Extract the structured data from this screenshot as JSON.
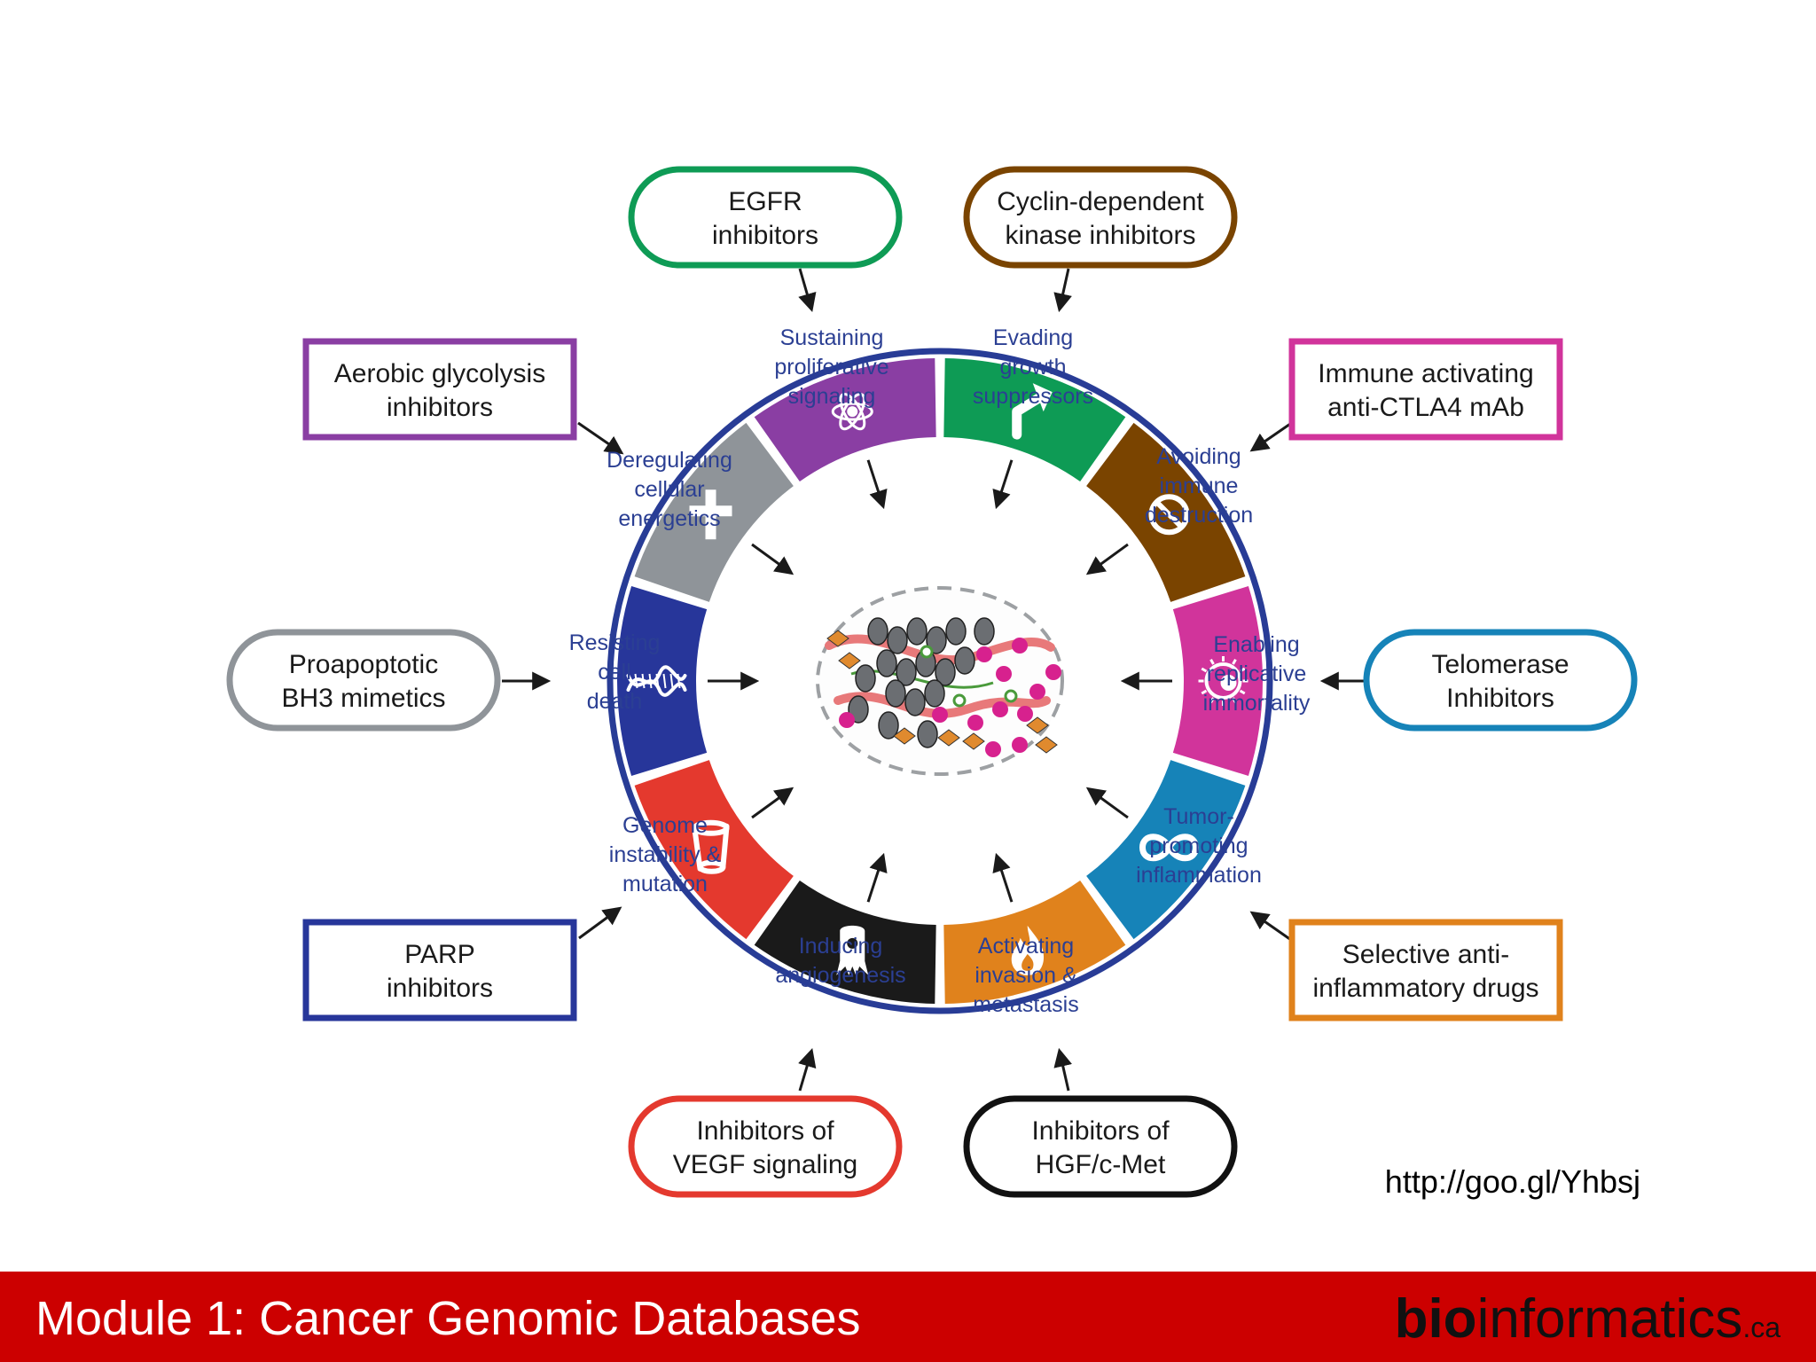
{
  "hallmarks": [
    {
      "id": "sustaining",
      "lines": [
        "Sustaining",
        "proliferative",
        "signaling"
      ],
      "color": "#0e9b55",
      "icon": "arrow-turn-icon"
    },
    {
      "id": "evading",
      "lines": [
        "Evading",
        "growth",
        "suppressors"
      ],
      "color": "#7a4400",
      "icon": "prohibition-icon"
    },
    {
      "id": "avoiding",
      "lines": [
        "Avoiding",
        "immune",
        "destruction"
      ],
      "color": "#d1349b",
      "icon": "immune-cell-icon"
    },
    {
      "id": "enabling",
      "lines": [
        "Enabling",
        "replicative",
        "immortality"
      ],
      "color": "#1683b8",
      "icon": "infinity-icon"
    },
    {
      "id": "tumor",
      "lines": [
        "Tumor-",
        "promoting",
        "inflammation"
      ],
      "color": "#e0821c",
      "icon": "flame-icon"
    },
    {
      "id": "activating",
      "lines": [
        "Activating",
        "invasion &",
        "metastasis"
      ],
      "color": "#1a1a1a",
      "icon": "invasive-cell-icon"
    },
    {
      "id": "inducing",
      "lines": [
        "Inducing",
        "angiogenesis"
      ],
      "color": "#e4392e",
      "icon": "vessel-icon"
    },
    {
      "id": "genome",
      "lines": [
        "Genome",
        "instability &",
        "mutation"
      ],
      "color": "#27369a",
      "icon": "dna-icon"
    },
    {
      "id": "resisting",
      "lines": [
        "Resisting",
        "cell",
        "death"
      ],
      "color": "#8f9499",
      "icon": "cross-icon"
    },
    {
      "id": "deregulating",
      "lines": [
        "Deregulating",
        "cellular",
        "energetics"
      ],
      "color": "#8a3ea3",
      "icon": "atom-icon"
    }
  ],
  "therapies": [
    {
      "id": "egfr",
      "lines": [
        "EGFR",
        "inhibitors"
      ],
      "color": "#0e9b55",
      "shape": "pill"
    },
    {
      "id": "cdk",
      "lines": [
        "Cyclin-dependent",
        "kinase inhibitors"
      ],
      "color": "#7a4400",
      "shape": "pill"
    },
    {
      "id": "ctla4",
      "lines": [
        "Immune activating",
        "anti-CTLA4 mAb"
      ],
      "color": "#d1349b",
      "shape": "rect"
    },
    {
      "id": "telomerase",
      "lines": [
        "Telomerase",
        "Inhibitors"
      ],
      "color": "#1683b8",
      "shape": "pill"
    },
    {
      "id": "antiinflam",
      "lines": [
        "Selective anti-",
        "inflammatory drugs"
      ],
      "color": "#e0821c",
      "shape": "rect"
    },
    {
      "id": "hgf",
      "lines": [
        "Inhibitors of",
        "HGF/c-Met"
      ],
      "color": "#111111",
      "shape": "pill"
    },
    {
      "id": "vegf",
      "lines": [
        "Inhibitors of",
        "VEGF signaling"
      ],
      "color": "#e4392e",
      "shape": "pill"
    },
    {
      "id": "parp",
      "lines": [
        "PARP",
        "inhibitors"
      ],
      "color": "#27369a",
      "shape": "rect"
    },
    {
      "id": "bh3",
      "lines": [
        "Proapoptotic",
        "BH3 mimetics"
      ],
      "color": "#8f9499",
      "shape": "pill"
    },
    {
      "id": "glycolysis",
      "lines": [
        "Aerobic glycolysis",
        "inhibitors"
      ],
      "color": "#8a3ea3",
      "shape": "rect"
    }
  ],
  "ring_outline_color": "#283c96",
  "url": "http://goo.gl/Yhbsj",
  "footer": {
    "title": "Module 1: Cancer Genomic Databases",
    "brand_bold": "bio",
    "brand_regular": "informatics",
    "brand_tld": ".ca"
  }
}
